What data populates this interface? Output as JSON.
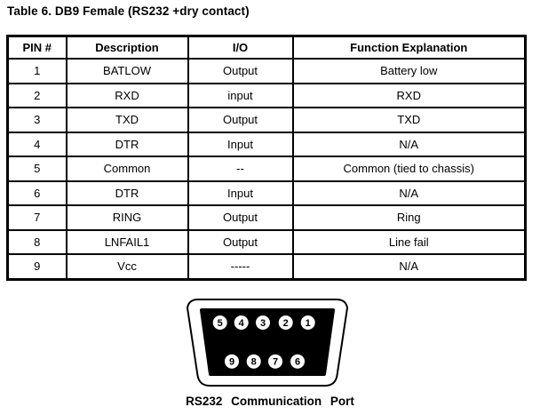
{
  "page": {
    "title": "Table 6. DB9 Female (RS232 +dry contact)"
  },
  "pin_table": {
    "headers": [
      "PIN #",
      "Description",
      "I/O",
      "Function Explanation"
    ],
    "rows": [
      [
        "1",
        "BATLOW",
        "Output",
        "Battery low"
      ],
      [
        "2",
        "RXD",
        "input",
        "RXD"
      ],
      [
        "3",
        "TXD",
        "Output",
        "TXD"
      ],
      [
        "4",
        "DTR",
        "Input",
        "N/A"
      ],
      [
        "5",
        "Common",
        "--",
        "Common (tied to chassis)"
      ],
      [
        "6",
        "DTR",
        "Input",
        "N/A"
      ],
      [
        "7",
        "RING",
        "Output",
        "Ring"
      ],
      [
        "8",
        "LNFAIL1",
        "Output",
        "Line fail"
      ],
      [
        "9",
        "Vcc",
        "-----",
        "N/A"
      ]
    ]
  },
  "connector": {
    "top_row_pins": [
      "5",
      "4",
      "3",
      "2",
      "1"
    ],
    "bottom_row_pins": [
      "9",
      "8",
      "7",
      "6"
    ],
    "caption": "RS232 Communication Port"
  },
  "colors": {
    "text": "#000000",
    "background": "#ffffff",
    "connector_body": "#000000",
    "pin_fill": "#ffffff"
  }
}
